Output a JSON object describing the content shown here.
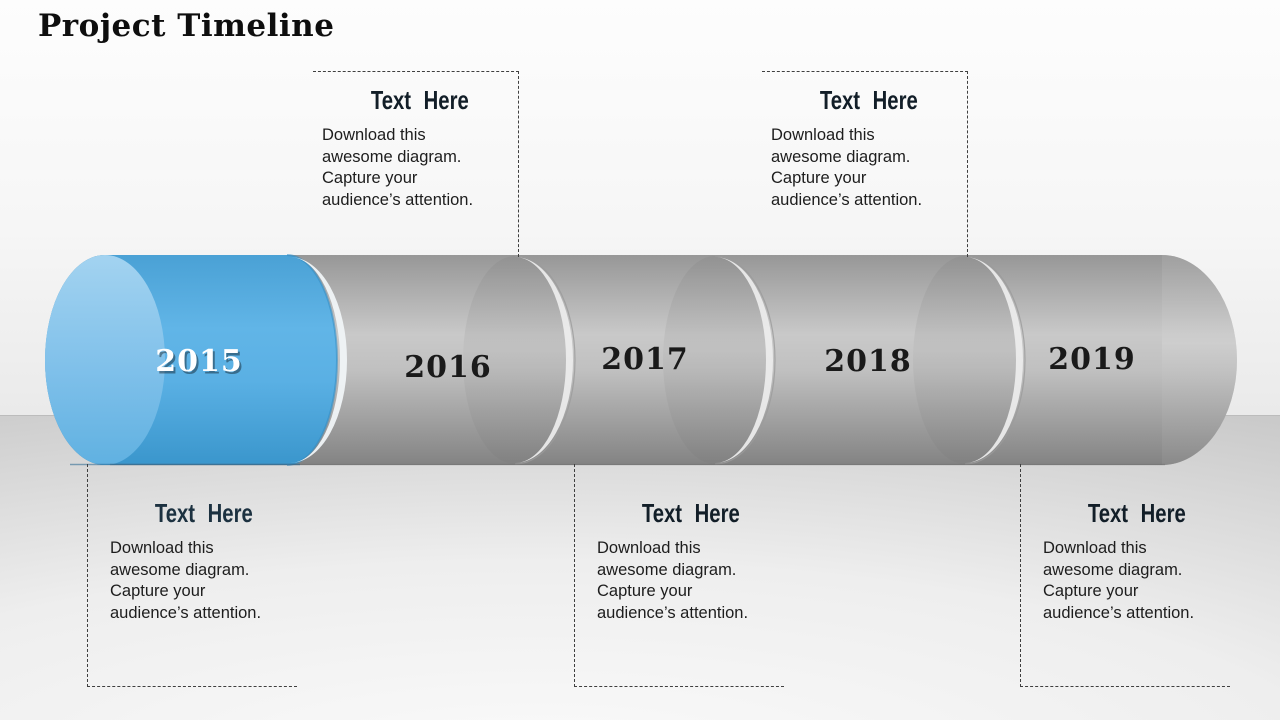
{
  "slide": {
    "title": "Project Timeline"
  },
  "timeline": {
    "type": "horizontal-cylinder-timeline",
    "segments": [
      {
        "year": "2015",
        "highlighted": true,
        "color": "#4fa8dc",
        "label_color": "#ffffff"
      },
      {
        "year": "2016",
        "highlighted": false,
        "color": "#b0b0b0",
        "label_color": "#1a1a1a"
      },
      {
        "year": "2017",
        "highlighted": false,
        "color": "#b0b0b0",
        "label_color": "#1a1a1a"
      },
      {
        "year": "2018",
        "highlighted": false,
        "color": "#b0b0b0",
        "label_color": "#1a1a1a"
      },
      {
        "year": "2019",
        "highlighted": false,
        "color": "#b0b0b0",
        "label_color": "#1a1a1a"
      }
    ]
  },
  "callouts": {
    "top": [
      {
        "title": "Text Here",
        "body": "Download this awesome diagram. Capture your audience’s attention."
      },
      {
        "title": "Text Here",
        "body": "Download this awesome diagram. Capture your audience’s attention."
      }
    ],
    "bottom": [
      {
        "title": "Text Here",
        "body": "Download this awesome diagram. Capture your audience’s attention."
      },
      {
        "title": "Text Here",
        "body": "Download this awesome diagram. Capture your audience’s attention."
      },
      {
        "title": "Text Here",
        "body": "Download this awesome diagram. Capture your audience’s attention."
      }
    ]
  },
  "colors": {
    "highlight_blue": "#4fa8dc",
    "cylinder_gray": "#b0b0b0",
    "title_text": "#0e0e0e",
    "callout_border": "#3f3f3f",
    "floor_gray": "#c9c9c9"
  }
}
